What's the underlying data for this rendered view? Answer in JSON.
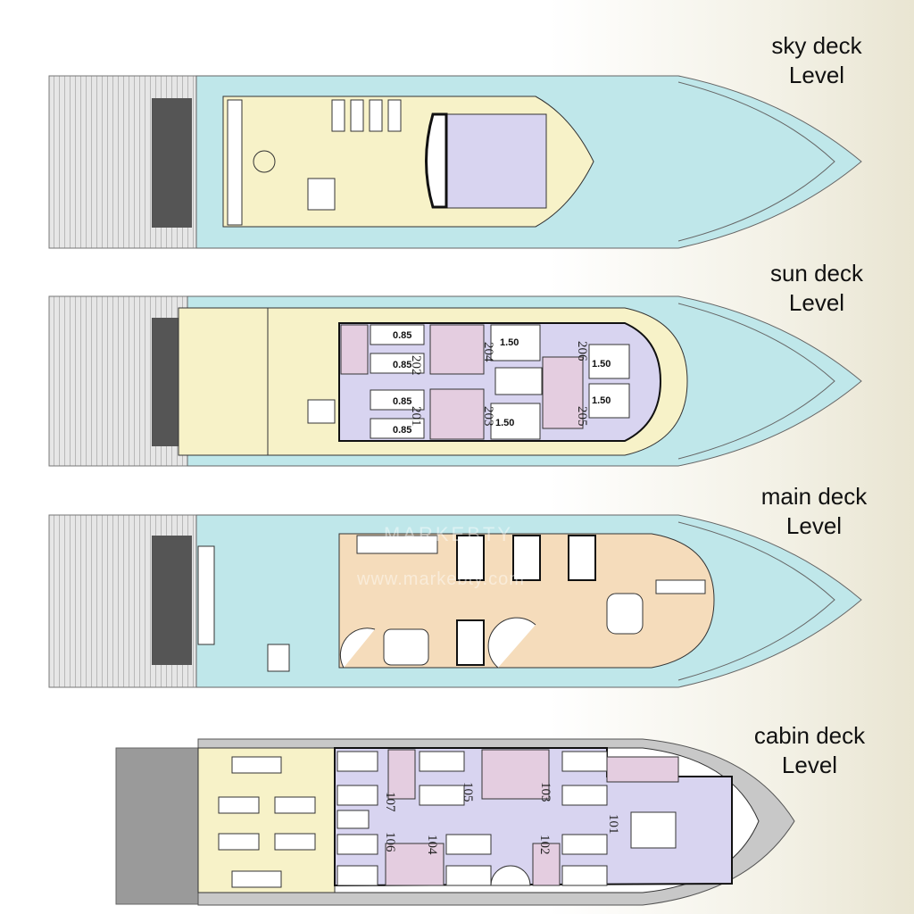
{
  "decks": [
    {
      "name": "sky deck",
      "level": "Level"
    },
    {
      "name": "sun deck",
      "level": "Level"
    },
    {
      "name": "main deck",
      "level": "Level"
    },
    {
      "name": "cabin deck",
      "level": "Level"
    }
  ],
  "sun_deck_cabins": [
    "201",
    "202",
    "203",
    "204",
    "205",
    "206"
  ],
  "sun_deck_bed_widths": [
    "0.85",
    "0.85",
    "0.85",
    "0.85",
    "1.50",
    "1.50",
    "1.50",
    "1.50"
  ],
  "cabin_deck_cabins": [
    "101",
    "102",
    "103",
    "104",
    "105",
    "106",
    "107"
  ],
  "watermark": {
    "brand": "MARKEBTY",
    "url": "www.markebty.com"
  },
  "colors": {
    "hull": "#bfe7ea",
    "deck": "#f7f2c8",
    "cabin": "#d8d4f0",
    "bath": "#e4cde0",
    "lounge": "#f5dcbb",
    "stern": "#cfcfcf"
  }
}
